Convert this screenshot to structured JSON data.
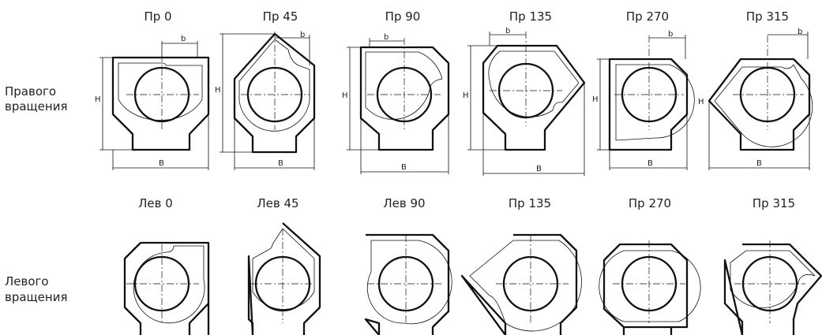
{
  "row_labels": {
    "right": [
      "Правого",
      "вращения"
    ],
    "left": [
      "Левого",
      "вращения"
    ]
  },
  "dimension_labels": {
    "height": "H",
    "width": "B",
    "offset": "b"
  },
  "right_rotation": [
    {
      "title": "Пр 0"
    },
    {
      "title": "Пр 45"
    },
    {
      "title": "Пр 90"
    },
    {
      "title": "Пр 135"
    },
    {
      "title": "Пр 270"
    },
    {
      "title": "Пр 315"
    }
  ],
  "left_rotation": [
    {
      "title": "Лев 0"
    },
    {
      "title": "Лев 45"
    },
    {
      "title": "Лев 90"
    },
    {
      "title": "Пр 135"
    },
    {
      "title": "Пр 270"
    },
    {
      "title": "Пр 315"
    }
  ]
}
